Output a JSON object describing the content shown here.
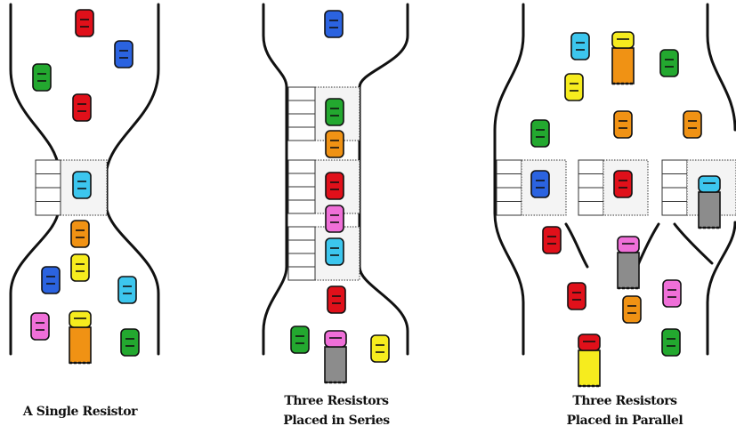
{
  "panels": [
    {
      "id": "single",
      "caption_lines": [
        "A Single Resistor"
      ],
      "vehicles": [
        {
          "kind": "car",
          "color": "red"
        },
        {
          "kind": "car",
          "color": "blue"
        },
        {
          "kind": "car",
          "color": "green"
        },
        {
          "kind": "car",
          "color": "red"
        },
        {
          "kind": "car",
          "color": "cyan"
        },
        {
          "kind": "car",
          "color": "orange"
        },
        {
          "kind": "car",
          "color": "yellow"
        },
        {
          "kind": "car",
          "color": "blue"
        },
        {
          "kind": "car",
          "color": "cyan"
        },
        {
          "kind": "car",
          "color": "pink"
        },
        {
          "kind": "truck",
          "color": "yellow",
          "body": "orange"
        },
        {
          "kind": "car",
          "color": "green"
        }
      ]
    },
    {
      "id": "series",
      "caption_lines": [
        "Three Resistors",
        "Placed in Series"
      ],
      "vehicles": [
        {
          "kind": "car",
          "color": "blue"
        },
        {
          "kind": "car",
          "color": "green"
        },
        {
          "kind": "car",
          "color": "orange"
        },
        {
          "kind": "car",
          "color": "red"
        },
        {
          "kind": "car",
          "color": "pink"
        },
        {
          "kind": "car",
          "color": "cyan"
        },
        {
          "kind": "car",
          "color": "red"
        },
        {
          "kind": "car",
          "color": "green"
        },
        {
          "kind": "truck",
          "color": "pink",
          "body": "gray"
        },
        {
          "kind": "car",
          "color": "yellow"
        }
      ]
    },
    {
      "id": "parallel",
      "caption_lines": [
        "Three Resistors",
        "Placed in Parallel"
      ],
      "vehicles": [
        {
          "kind": "car",
          "color": "cyan"
        },
        {
          "kind": "truck",
          "color": "yellow",
          "body": "orange"
        },
        {
          "kind": "car",
          "color": "green"
        },
        {
          "kind": "car",
          "color": "yellow"
        },
        {
          "kind": "car",
          "color": "green"
        },
        {
          "kind": "car",
          "color": "orange"
        },
        {
          "kind": "car",
          "color": "orange"
        },
        {
          "kind": "car",
          "color": "blue"
        },
        {
          "kind": "car",
          "color": "red"
        },
        {
          "kind": "truck",
          "color": "cyan",
          "body": "gray"
        },
        {
          "kind": "car",
          "color": "red"
        },
        {
          "kind": "truck",
          "color": "pink",
          "body": "gray"
        },
        {
          "kind": "car",
          "color": "red"
        },
        {
          "kind": "car",
          "color": "pink"
        },
        {
          "kind": "car",
          "color": "orange"
        },
        {
          "kind": "truck",
          "color": "red",
          "body": "yellow"
        },
        {
          "kind": "car",
          "color": "green"
        }
      ]
    }
  ],
  "colors": {
    "red": "#e0101a",
    "blue": "#2b63e0",
    "green": "#23a82f",
    "cyan": "#3cc6ee",
    "orange": "#f09214",
    "yellow": "#f6ec1e",
    "pink": "#ef6fd8",
    "gray": "#8c8c8c",
    "road": "#111111",
    "zone": "#f4f4f4"
  }
}
